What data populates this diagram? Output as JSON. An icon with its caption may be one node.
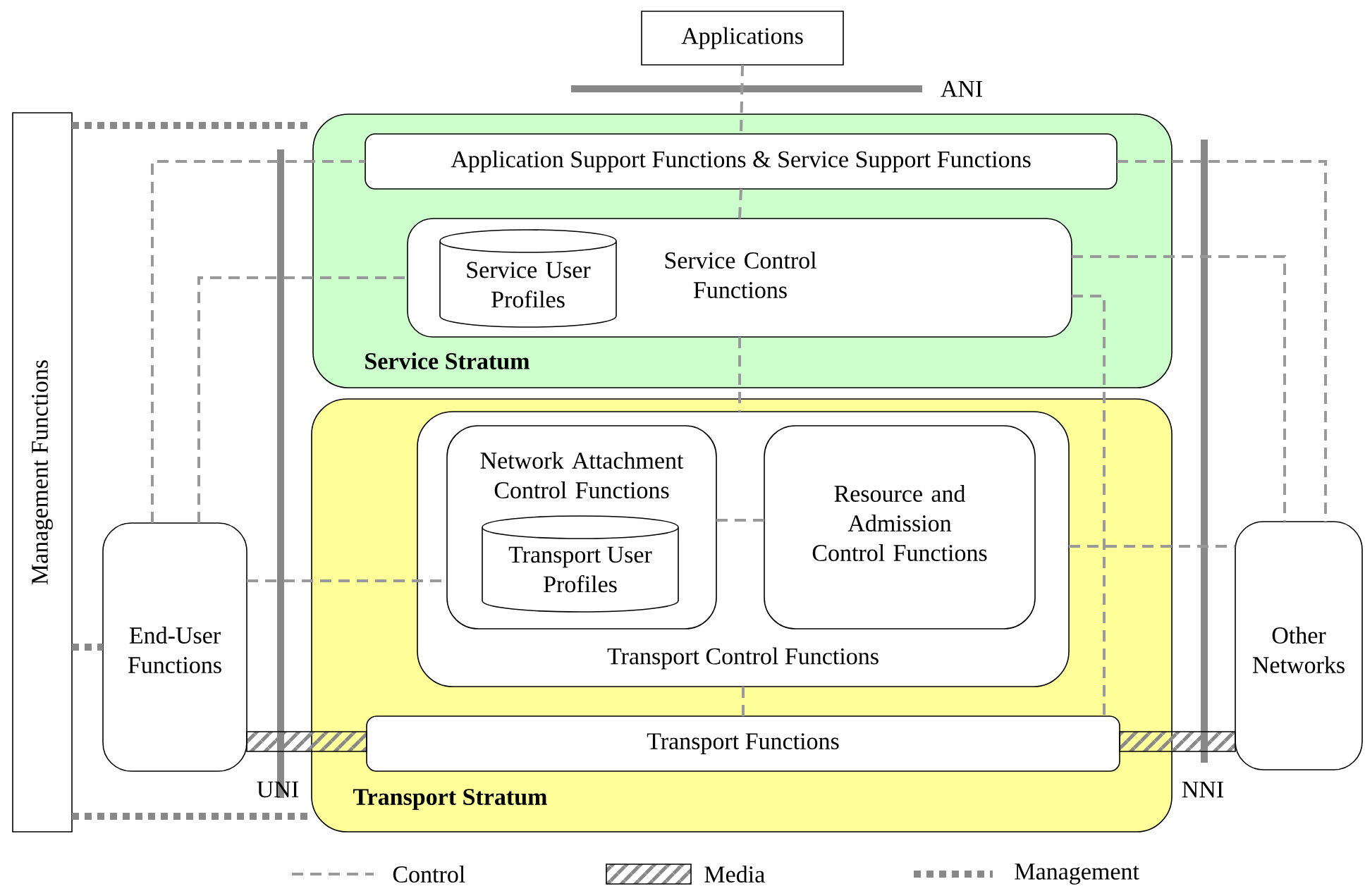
{
  "diagram": {
    "nodes": [
      {
        "text": [
          "Applications"
        ]
      },
      {
        "text": [
          "Management Functions"
        ]
      },
      {
        "text": [
          "Service Stratum"
        ]
      },
      {
        "text": [
          "Application Support Functions & Service Support Functions"
        ],
        "in": 2
      },
      {
        "text": [
          "Service Control Functions"
        ],
        "in": 2
      },
      {
        "text": [
          "Service User Profiles"
        ],
        "in": 4
      },
      {
        "text": [
          "Transport Stratum"
        ]
      },
      {
        "text": [
          "Transport Control Functions"
        ],
        "in": 6
      },
      {
        "text": [
          "Network Attachment Control Functions"
        ],
        "in": 7
      },
      {
        "text": [
          "Transport User Profiles"
        ],
        "in": 8
      },
      {
        "text": [
          "Resource and Admission Control Functions"
        ],
        "in": 7
      },
      {
        "text": [
          "Transport Functions"
        ],
        "in": 6
      },
      {
        "text": [
          "End-User Functions"
        ]
      },
      {
        "text": [
          "Other Networks"
        ]
      }
    ],
    "edges": [
      {
        "from": 0,
        "to": 3,
        "arrow": "none",
        "style": "dashed"
      },
      {
        "from": 3,
        "to": 4,
        "arrow": "none",
        "style": "dashed"
      },
      {
        "from": 4,
        "to": 7,
        "arrow": "none",
        "style": "dashed"
      },
      {
        "from": 7,
        "to": 11,
        "arrow": "none",
        "style": "dashed"
      },
      {
        "from": 12,
        "to": 3,
        "arrow": "none",
        "style": "dashed"
      },
      {
        "from": 12,
        "to": 4,
        "arrow": "none",
        "style": "dashed"
      },
      {
        "from": 12,
        "to": 8,
        "arrow": "none",
        "style": "dashed"
      },
      {
        "from": 8,
        "to": 10,
        "arrow": "none",
        "style": "dashed"
      },
      {
        "from": 3,
        "to": 13,
        "arrow": "none",
        "style": "dashed"
      },
      {
        "from": 4,
        "to": 13,
        "arrow": "none",
        "style": "dashed"
      },
      {
        "from": 4,
        "to": 11,
        "arrow": "none",
        "style": "dashed"
      },
      {
        "from": 7,
        "to": 13,
        "arrow": "none",
        "style": "dashed"
      },
      {
        "from": 1,
        "to": 2,
        "arrow": "none",
        "style": "dashed",
        "color": "#888888"
      },
      {
        "from": 1,
        "to": 12,
        "arrow": "none",
        "style": "dashed",
        "color": "#888888"
      },
      {
        "from": 1,
        "to": 6,
        "arrow": "none",
        "style": "dashed",
        "color": "#888888"
      },
      {
        "from": 12,
        "to": 11,
        "arrow": "none"
      },
      {
        "from": 11,
        "to": 13,
        "arrow": "none"
      }
    ],
    "labels": [
      "ANI",
      "UNI",
      "NNI"
    ],
    "legend": [
      {
        "text": "Control"
      },
      {
        "text": "Media"
      },
      {
        "text": "Management"
      }
    ]
  }
}
